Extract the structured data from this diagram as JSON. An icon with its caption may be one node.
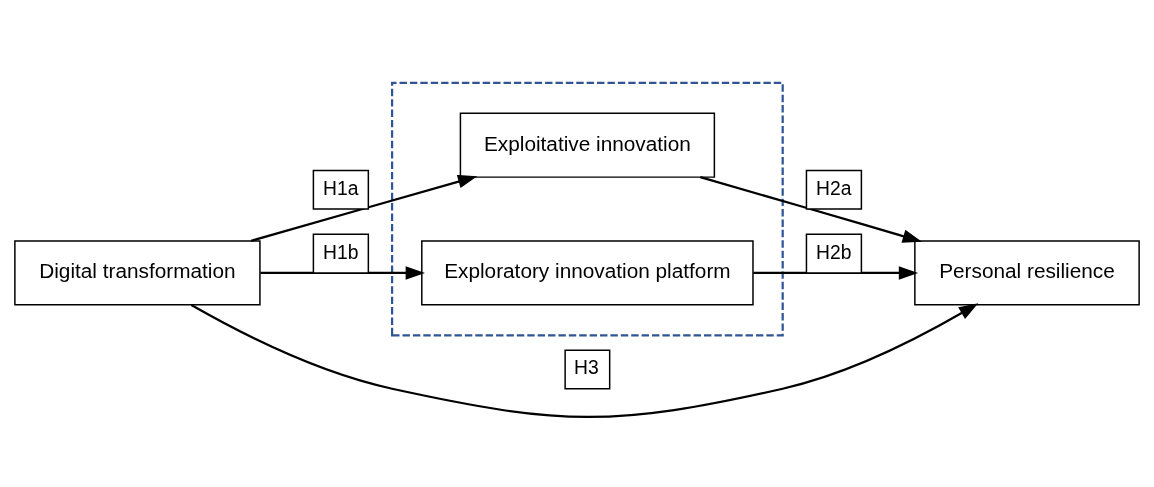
{
  "diagram": {
    "nodes": [
      {
        "text": [
          "Digital transformation"
        ]
      },
      {
        "text": [],
        "shape": "box"
      },
      {
        "text": [
          "Exploitative innovation"
        ],
        "in": 1
      },
      {
        "text": [
          "Exploratory innovation platform"
        ],
        "in": 1
      },
      {
        "text": [
          "Personal resilience"
        ]
      }
    ],
    "edges": [
      {
        "from": 0,
        "to": 2,
        "arrow": "to",
        "label": "H1a"
      },
      {
        "from": 0,
        "to": 3,
        "arrow": "to",
        "label": "H1b"
      },
      {
        "from": 0,
        "to": 4,
        "arrow": "to",
        "label": "H3"
      },
      {
        "from": 2,
        "to": 4,
        "arrow": "to",
        "label": "H2a"
      },
      {
        "from": 3,
        "to": 4,
        "arrow": "to",
        "label": "H2b"
      }
    ]
  }
}
